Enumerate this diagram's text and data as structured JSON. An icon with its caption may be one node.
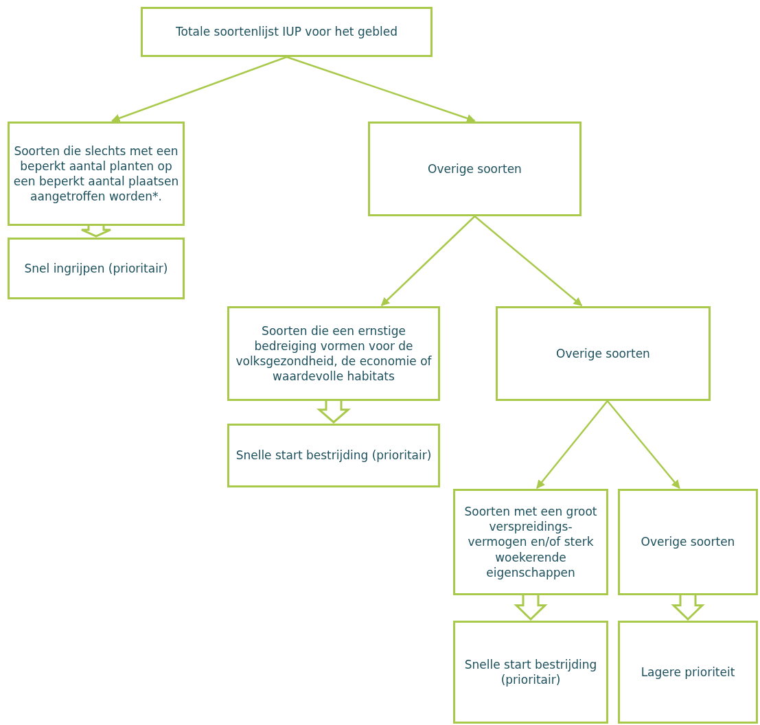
{
  "diagram": {
    "nodes": [
      {
        "text": [
          "Totale soortenlijst IUP voor het gebled"
        ]
      },
      {
        "text": [
          "Soorten die slechts met een beperkt aantal planten op een beperkt aantal plaatsen aangetroffen worden*."
        ]
      },
      {
        "text": [
          "Overige soorten"
        ]
      },
      {
        "text": [
          "Snel ingrijpen (prioritair)"
        ]
      },
      {
        "text": [
          "Soorten die een ernstige bedreiging vormen voor de volksgezondheid, de economie of waardevolle habitats"
        ]
      },
      {
        "text": [
          "Overige soorten"
        ]
      },
      {
        "text": [
          "Snelle start bestrijding (prioritair)"
        ]
      },
      {
        "text": [
          "Soorten met een groot verspreidings- vermogen en/of sterk woekerende eigenschappen"
        ]
      },
      {
        "text": [
          "Overige soorten"
        ]
      },
      {
        "text": [
          "Snelle start bestrijding (prioritair)"
        ]
      },
      {
        "text": [
          "Lagere prioriteit"
        ]
      }
    ],
    "edges": [
      {
        "from": 0,
        "to": 1,
        "arrow": "to"
      },
      {
        "from": 0,
        "to": 2,
        "arrow": "to"
      },
      {
        "from": 1,
        "to": 3,
        "arrow": "to",
        "style": "thick"
      },
      {
        "from": 2,
        "to": 4,
        "arrow": "to"
      },
      {
        "from": 2,
        "to": 5,
        "arrow": "to"
      },
      {
        "from": 4,
        "to": 6,
        "arrow": "to",
        "style": "thick"
      },
      {
        "from": 5,
        "to": 7,
        "arrow": "to"
      },
      {
        "from": 5,
        "to": 8,
        "arrow": "to"
      },
      {
        "from": 7,
        "to": 9,
        "arrow": "to",
        "style": "thick"
      },
      {
        "from": 8,
        "to": 10,
        "arrow": "to",
        "style": "thick"
      }
    ]
  }
}
